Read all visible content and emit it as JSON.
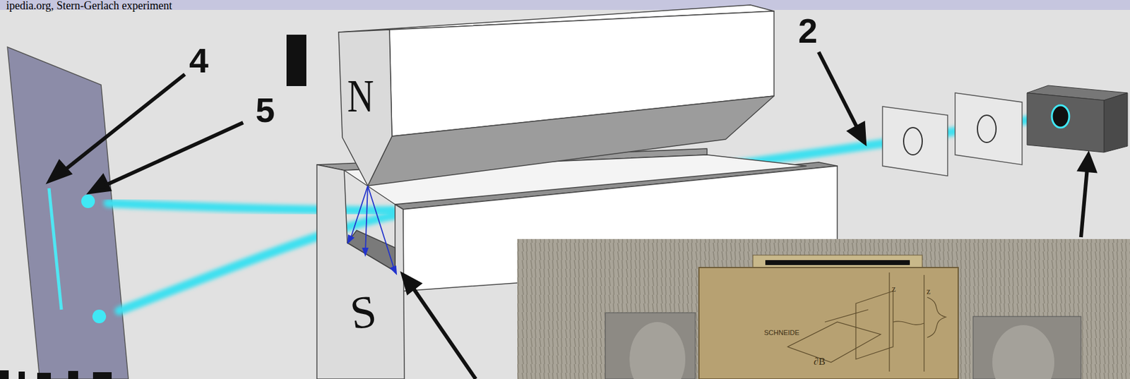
{
  "diagram": {
    "labels": [
      "ipedia.org, Stern-Gerlach experiment",
      "N",
      "S",
      "2",
      "4",
      "5",
      "SCHNEIDE",
      "z",
      "z",
      "∂B"
    ]
  }
}
